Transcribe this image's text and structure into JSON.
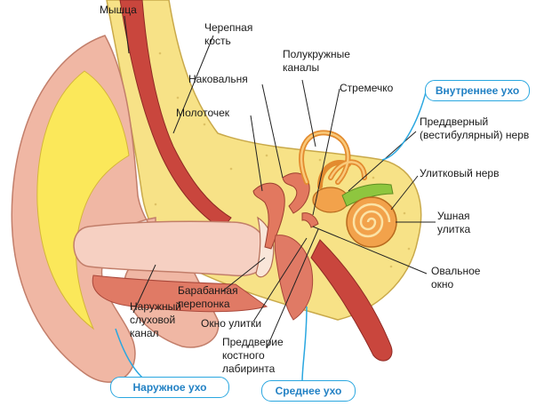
{
  "labels": {
    "muscle": "Мышца",
    "skull_bone": "Черепная кость",
    "incus": "Наковальня",
    "semicircular_canals": "Полукружные каналы",
    "stapes": "Стремечко",
    "malleus": "Молоточек",
    "vestibular_nerve": "Преддверный (вестибулярный) нерв",
    "cochlear_nerve": "Улитковый нерв",
    "cochlea": "Ушная улитка",
    "oval_window": "Овальное окно",
    "eardrum": "Барабанная перепонка",
    "round_window": "Окно улитки",
    "bony_labyrinth_vestibule": "Преддверие костного лабиринта",
    "ear_canal": "Наружный слуховой канал"
  },
  "sections": {
    "inner_ear": "Внутреннее ухо",
    "outer_ear": "Наружное ухо",
    "middle_ear": "Среднее ухо"
  },
  "colors": {
    "skin": "#f0b7a4",
    "skin_dark": "#d98a73",
    "bone": "#f7e287",
    "cartilage": "#fbe85a",
    "muscle": "#c9463d",
    "inner_ear_orange": "#f2a24b",
    "nerve_green": "#8ec63f",
    "accent_blue": "#2aa7e0"
  }
}
